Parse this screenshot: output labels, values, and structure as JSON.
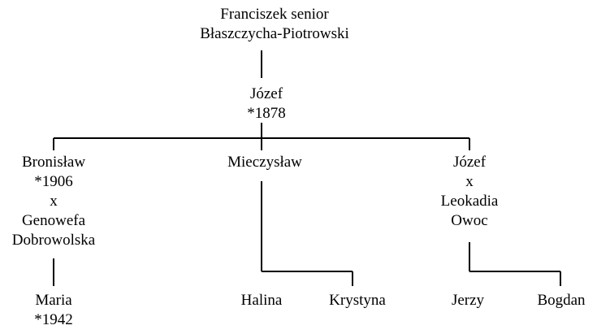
{
  "colors": {
    "line": "#000000",
    "text": "#000000",
    "background": "#ffffff"
  },
  "people": {
    "root": {
      "lines": [
        "Franciszek senior",
        "Błaszczycha-Piotrowski"
      ]
    },
    "jozef_sr": {
      "lines": [
        "Józef",
        "*1878"
      ]
    },
    "bronislaw": {
      "lines": [
        "Bronisław",
        "*1906",
        "x",
        "Genowefa",
        "Dobrowolska"
      ]
    },
    "mieczyslaw": {
      "lines": [
        "Mieczysław"
      ]
    },
    "jozef_jr": {
      "lines": [
        "Józef",
        "x",
        "Leokadia",
        "Owoc"
      ]
    },
    "maria": {
      "lines": [
        "Maria",
        "*1942"
      ]
    },
    "halina": {
      "lines": [
        "Halina"
      ]
    },
    "krystyna": {
      "lines": [
        "Krystyna"
      ]
    },
    "jerzy": {
      "lines": [
        "Jerzy"
      ]
    },
    "bogdan": {
      "lines": [
        "Bogdan"
      ]
    }
  }
}
